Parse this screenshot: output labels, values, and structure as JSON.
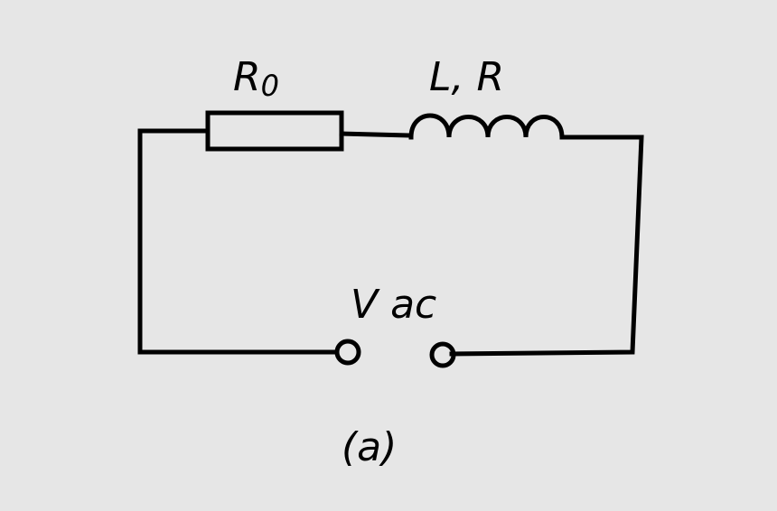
{
  "labels": {
    "resistor": "R",
    "resistor_sub": "0",
    "inductor": "L, R",
    "source": "V ac",
    "caption": "(a)"
  },
  "colors": {
    "background": "#e6e6e6",
    "ink": "#000000"
  }
}
